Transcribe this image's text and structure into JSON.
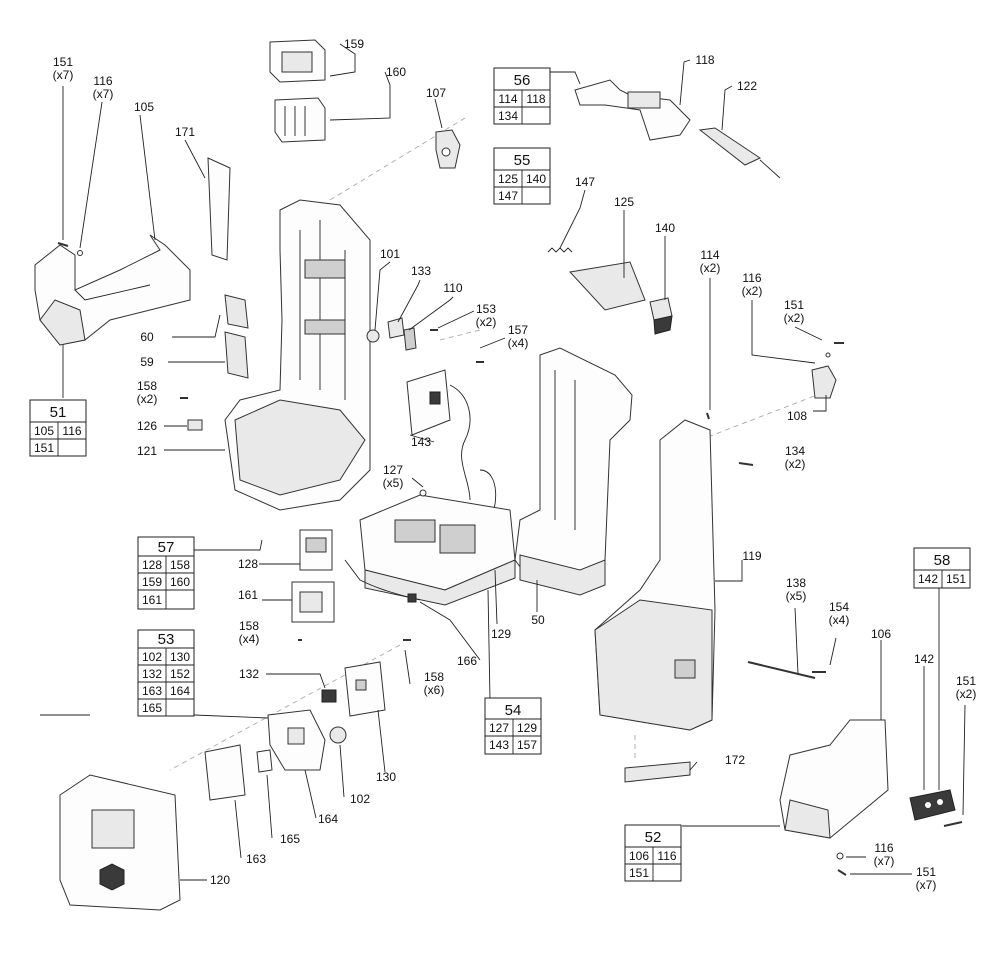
{
  "callouts": [
    {
      "id": "c151a",
      "label": "151",
      "qty": "(x7)"
    },
    {
      "id": "c116a",
      "label": "116",
      "qty": "(x7)"
    },
    {
      "id": "c105",
      "label": "105",
      "qty": ""
    },
    {
      "id": "c171",
      "label": "171",
      "qty": ""
    },
    {
      "id": "c159",
      "label": "159",
      "qty": ""
    },
    {
      "id": "c160",
      "label": "160",
      "qty": ""
    },
    {
      "id": "c107",
      "label": "107",
      "qty": ""
    },
    {
      "id": "c118",
      "label": "118",
      "qty": ""
    },
    {
      "id": "c122",
      "label": "122",
      "qty": ""
    },
    {
      "id": "c147",
      "label": "147",
      "qty": ""
    },
    {
      "id": "c125",
      "label": "125",
      "qty": ""
    },
    {
      "id": "c140",
      "label": "140",
      "qty": ""
    },
    {
      "id": "c101",
      "label": "101",
      "qty": ""
    },
    {
      "id": "c133",
      "label": "133",
      "qty": ""
    },
    {
      "id": "c110",
      "label": "110",
      "qty": ""
    },
    {
      "id": "c153",
      "label": "153",
      "qty": "(x2)"
    },
    {
      "id": "c157",
      "label": "157",
      "qty": "(x4)"
    },
    {
      "id": "c114",
      "label": "114",
      "qty": "(x2)"
    },
    {
      "id": "c116b",
      "label": "116",
      "qty": "(x2)"
    },
    {
      "id": "c151b",
      "label": "151",
      "qty": "(x2)"
    },
    {
      "id": "c108",
      "label": "108",
      "qty": ""
    },
    {
      "id": "c60",
      "label": "60",
      "qty": ""
    },
    {
      "id": "c59",
      "label": "59",
      "qty": ""
    },
    {
      "id": "c158a",
      "label": "158",
      "qty": "(x2)"
    },
    {
      "id": "c126",
      "label": "126",
      "qty": ""
    },
    {
      "id": "c121",
      "label": "121",
      "qty": ""
    },
    {
      "id": "c143",
      "label": "143",
      "qty": ""
    },
    {
      "id": "c127",
      "label": "127",
      "qty": "(x5)"
    },
    {
      "id": "c134",
      "label": "134",
      "qty": "(x2)"
    },
    {
      "id": "c128",
      "label": "128",
      "qty": ""
    },
    {
      "id": "c161",
      "label": "161",
      "qty": ""
    },
    {
      "id": "c158b",
      "label": "158",
      "qty": "(x4)"
    },
    {
      "id": "c166",
      "label": "166",
      "qty": ""
    },
    {
      "id": "c129",
      "label": "129",
      "qty": ""
    },
    {
      "id": "c50",
      "label": "50",
      "qty": ""
    },
    {
      "id": "c119",
      "label": "119",
      "qty": ""
    },
    {
      "id": "c138",
      "label": "138",
      "qty": "(x5)"
    },
    {
      "id": "c154",
      "label": "154",
      "qty": "(x4)"
    },
    {
      "id": "c106",
      "label": "106",
      "qty": ""
    },
    {
      "id": "c142",
      "label": "142",
      "qty": ""
    },
    {
      "id": "c151c",
      "label": "151",
      "qty": "(x2)"
    },
    {
      "id": "c132",
      "label": "132",
      "qty": ""
    },
    {
      "id": "c158c",
      "label": "158",
      "qty": "(x6)"
    },
    {
      "id": "c130",
      "label": "130",
      "qty": ""
    },
    {
      "id": "c102",
      "label": "102",
      "qty": ""
    },
    {
      "id": "c164",
      "label": "164",
      "qty": ""
    },
    {
      "id": "c165",
      "label": "165",
      "qty": ""
    },
    {
      "id": "c163",
      "label": "163",
      "qty": ""
    },
    {
      "id": "c120",
      "label": "120",
      "qty": ""
    },
    {
      "id": "c172",
      "label": "172",
      "qty": ""
    },
    {
      "id": "c116c",
      "label": "116",
      "qty": "(x7)"
    },
    {
      "id": "c151d",
      "label": "151",
      "qty": "(x7)"
    }
  ],
  "kits": [
    {
      "id": "k51",
      "title": "51",
      "cells": [
        "105",
        "116",
        "151",
        ""
      ]
    },
    {
      "id": "k56",
      "title": "56",
      "cells": [
        "114",
        "118",
        "134",
        ""
      ]
    },
    {
      "id": "k55",
      "title": "55",
      "cells": [
        "125",
        "140",
        "147",
        ""
      ]
    },
    {
      "id": "k57",
      "title": "57",
      "cells": [
        "128",
        "158",
        "159",
        "160",
        "161",
        ""
      ]
    },
    {
      "id": "k53",
      "title": "53",
      "cells": [
        "102",
        "130",
        "132",
        "152",
        "163",
        "164",
        "165",
        ""
      ]
    },
    {
      "id": "k54",
      "title": "54",
      "cells": [
        "127",
        "129",
        "143",
        "157"
      ]
    },
    {
      "id": "k58",
      "title": "58",
      "cells": [
        "142",
        "151"
      ]
    },
    {
      "id": "k52",
      "title": "52",
      "cells": [
        "106",
        "116",
        "151",
        ""
      ]
    }
  ]
}
